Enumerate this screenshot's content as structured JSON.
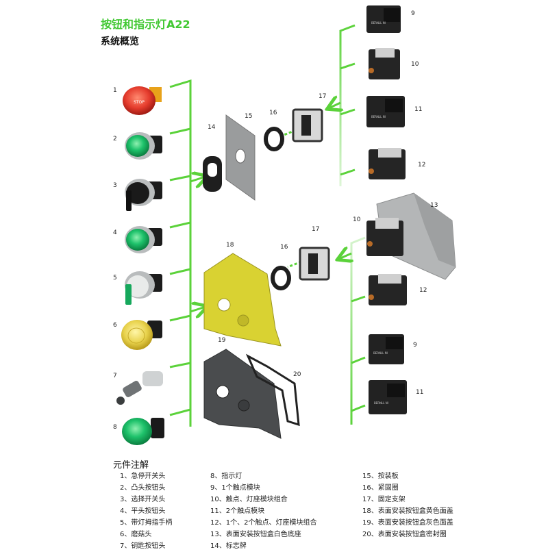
{
  "title": "按钮和指示灯A22",
  "subtitle": "系统概览",
  "callouts": {
    "c1": "1",
    "c2": "2",
    "c3": "3",
    "c4": "4",
    "c5": "5",
    "c6": "6",
    "c7": "7",
    "c8": "8",
    "c9a": "9",
    "c10a": "10",
    "c11a": "11",
    "c12a": "12",
    "c13": "13",
    "c10b": "10",
    "c12b": "12",
    "c9b": "9",
    "c11b": "11",
    "c14": "14",
    "c15": "15",
    "c16a": "16",
    "c17a": "17",
    "c18": "18",
    "c16b": "16",
    "c17b": "17",
    "c19": "19",
    "c20": "20"
  },
  "module_labels": {
    "m9a": "BERNLL NI",
    "m11a": "BERNLL NI",
    "m9b": "BERNLL NI",
    "m11b": "BERNLL NI"
  },
  "estop_text": "STOP",
  "legend": {
    "heading": "元件注解",
    "col1": [
      "1、急停开关头",
      "2、凸头按钮头",
      "3、选择开关头",
      "4、平头按钮头",
      "5、带灯拇指手柄",
      "6、磨菇头",
      "7、钥匙按钮头"
    ],
    "col2": [
      "8、指示灯",
      "9、1个触点模块",
      "10、触点、灯座模块组合",
      "11、2个触点模块",
      "12、1个、2个触点、灯座模块组合",
      "13、表面安装按钮盒白色底座",
      "14、标志牌"
    ],
    "col3": [
      "15、按装板",
      "16、紧固圈",
      "17、固定支架",
      "18、表面安装按钮盒黄色面盖",
      "19、表面安装按钮盒灰色面盖",
      "20、表面安装按钮盒密封圈"
    ]
  },
  "colors": {
    "accent": "#41c832",
    "line": "#5bd23a",
    "yellow": "#e2d84a",
    "red": "#e53c2d",
    "green": "#1ec26b"
  }
}
